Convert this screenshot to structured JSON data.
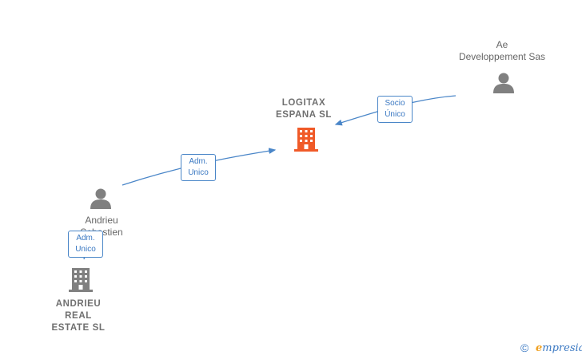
{
  "nodes": {
    "ae_developpement": {
      "label": "Ae\nDeveloppement Sas",
      "type": "person"
    },
    "logitax": {
      "label": "LOGITAX\nESPANA  SL",
      "type": "company-highlight"
    },
    "andrieu_sebastien": {
      "label": "Andrieu\nSebastien",
      "type": "person"
    },
    "andrieu_real_estate": {
      "label": "ANDRIEU\nREAL\nESTATE  SL",
      "type": "company"
    }
  },
  "edges": {
    "socio_unico": {
      "label": "Socio\nÚnico"
    },
    "adm_unico_1": {
      "label": "Adm.\nUnico"
    },
    "adm_unico_2": {
      "label": "Adm.\nUnico"
    }
  },
  "footer": {
    "copyright": "©",
    "brand_first": "e",
    "brand_rest": "mpresia"
  },
  "colors": {
    "edge": "#4a86c8",
    "company_highlight": "#f05a28",
    "company": "#808080",
    "person": "#808080"
  }
}
